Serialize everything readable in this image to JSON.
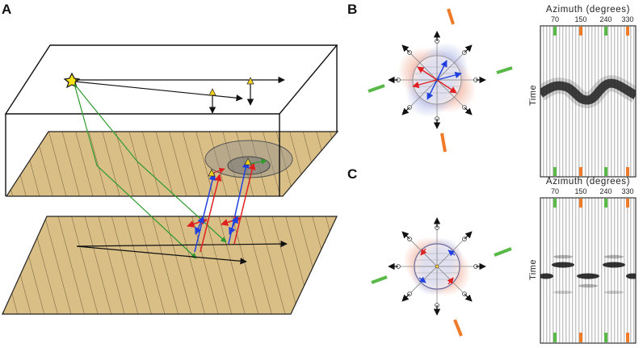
{
  "panels": {
    "a": {
      "label": "A"
    },
    "b": {
      "label": "B",
      "axis_title": "Azimuth (degrees)",
      "time_label": "Time",
      "ticks": [
        "70",
        "150",
        "240",
        "330"
      ]
    },
    "c": {
      "label": "C",
      "axis_title": "Azimuth (degrees)",
      "time_label": "Time",
      "ticks": [
        "70",
        "150",
        "240",
        "330"
      ]
    }
  },
  "colors": {
    "green_marker": "#58b947",
    "orange_marker": "#ef7a27",
    "fracture_plane": "#d9bf86",
    "ray_green": "#2e9a2e",
    "polarization_red": "#e02020",
    "polarization_blue": "#2040e0",
    "source_star": "#f6e11a",
    "receiver": "#f3d21c"
  }
}
